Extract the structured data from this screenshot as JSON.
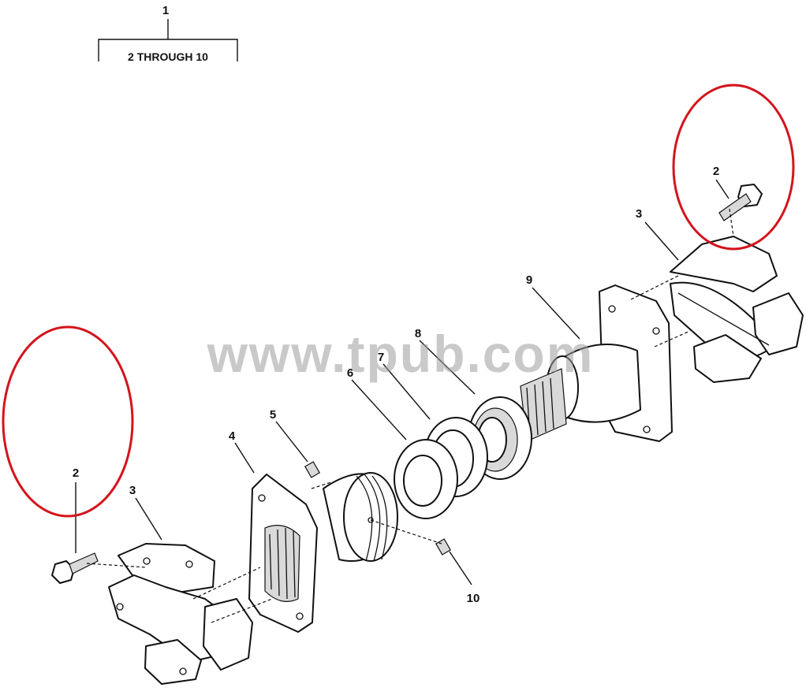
{
  "assembly": {
    "index_label": "1",
    "range_label": "2 THROUGH 10"
  },
  "callouts": {
    "bolt_right": "2",
    "bolt_left": "2",
    "ujoint_right": "3",
    "ujoint_left": "3",
    "yoke": "4",
    "setscrew_top": "5",
    "seal_ring": "6",
    "retainer": "7",
    "bearing": "8",
    "flange_shaft": "9",
    "setscrew_bottom": "10"
  },
  "watermark": "www.tpub.com",
  "colors": {
    "ink": "#111111",
    "highlight_circle": "#d4141c",
    "watermark": "#9c9c9c"
  }
}
